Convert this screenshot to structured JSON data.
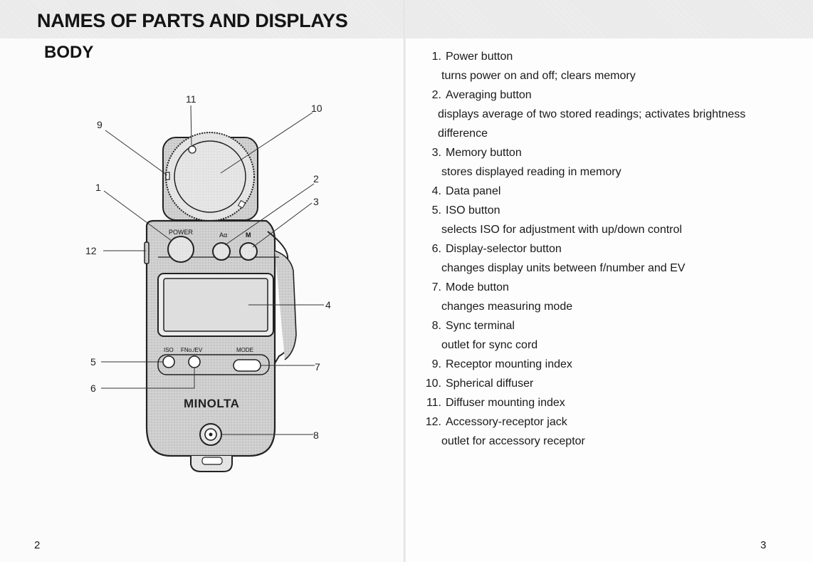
{
  "left_page": {
    "title": "NAMES OF PARTS AND DISPLAYS",
    "subtitle": "BODY",
    "page_number": "2",
    "diagram": {
      "callouts": [
        "1",
        "2",
        "3",
        "4",
        "5",
        "6",
        "7",
        "8",
        "9",
        "10",
        "11",
        "12"
      ],
      "button_labels": {
        "power": "POWER",
        "averaging": "Aα",
        "memory": "M",
        "iso": "ISO",
        "display_selector": "FNo./EV",
        "mode": "MODE"
      },
      "brand": "MINOLTA"
    }
  },
  "right_page": {
    "page_number": "3",
    "parts": [
      {
        "num": "1.",
        "name": "Power button",
        "desc": [
          "turns power on and off; clears memory"
        ]
      },
      {
        "num": "2.",
        "name": "Averaging button",
        "desc": [
          "displays average of two stored readings; activates brightness",
          "difference"
        ]
      },
      {
        "num": "3.",
        "name": "Memory button",
        "desc": [
          "stores displayed reading in memory"
        ]
      },
      {
        "num": "4.",
        "name": "Data panel",
        "desc": []
      },
      {
        "num": "5.",
        "name": "ISO button",
        "desc": [
          "selects ISO for adjustment with up/down control"
        ]
      },
      {
        "num": "6.",
        "name": "Display-selector button",
        "desc": [
          "changes display units between f/number and EV"
        ]
      },
      {
        "num": "7.",
        "name": "Mode button",
        "desc": [
          "changes measuring mode"
        ]
      },
      {
        "num": "8.",
        "name": "Sync terminal",
        "desc": [
          "outlet for sync cord"
        ]
      },
      {
        "num": "9.",
        "name": "Receptor mounting index",
        "desc": []
      },
      {
        "num": "10.",
        "name": "Spherical diffuser",
        "desc": []
      },
      {
        "num": "11.",
        "name": "Diffuser mounting index",
        "desc": []
      },
      {
        "num": "12.",
        "name": "Accessory-receptor jack",
        "desc": [
          "outlet for accessory receptor"
        ]
      }
    ]
  }
}
